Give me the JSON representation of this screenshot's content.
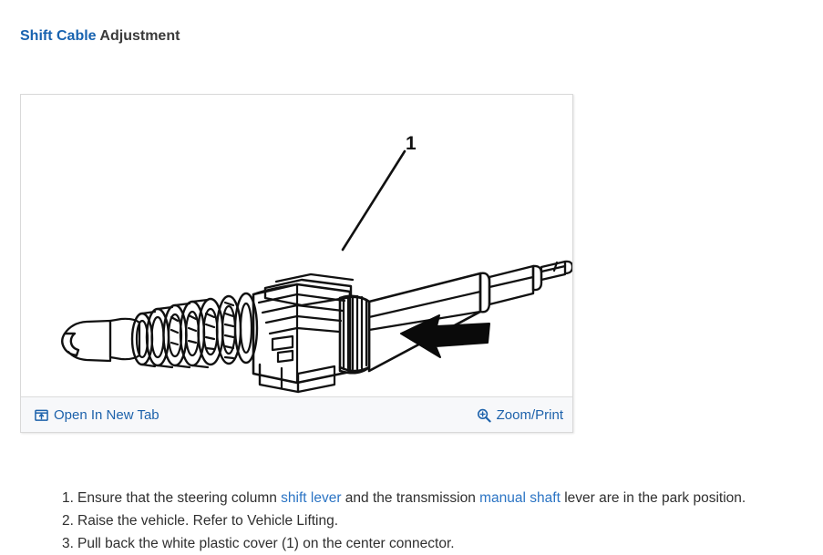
{
  "page": {
    "title_link_text": "Shift Cable",
    "title_plain_text": " Adjustment",
    "title_link_color": "#1863b0",
    "title_plain_color": "#3a3a3a"
  },
  "figure": {
    "alt": "Shift cable end with white plastic cover at center connector",
    "callout_label": "1",
    "toolbar": {
      "open_new_tab_label": "Open In New Tab",
      "open_new_tab_icon": "open-in-new-window-icon",
      "zoom_print_label": "Zoom/Print",
      "zoom_print_icon": "magnifier-plus-icon",
      "link_color": "#1d62ab",
      "background_color": "#f7f8fa"
    },
    "border_color": "#d9d9d9"
  },
  "procedure": {
    "items": [
      {
        "number": "1.",
        "parts": [
          {
            "text": "Ensure that the steering column ",
            "link": false
          },
          {
            "text": "shift lever",
            "link": true
          },
          {
            "text": " and the transmission ",
            "link": false
          },
          {
            "text": "manual shaft",
            "link": true
          },
          {
            "text": " lever are in the park position.",
            "link": false
          }
        ]
      },
      {
        "number": "2.",
        "parts": [
          {
            "text": "Raise the vehicle. Refer to Vehicle Lifting.",
            "link": false
          }
        ]
      },
      {
        "number": "3.",
        "parts": [
          {
            "text": "Pull back the white plastic cover (1) on the center connector.",
            "link": false
          }
        ]
      }
    ],
    "link_color": "#2b74c4",
    "text_color": "#2f2f2f"
  }
}
